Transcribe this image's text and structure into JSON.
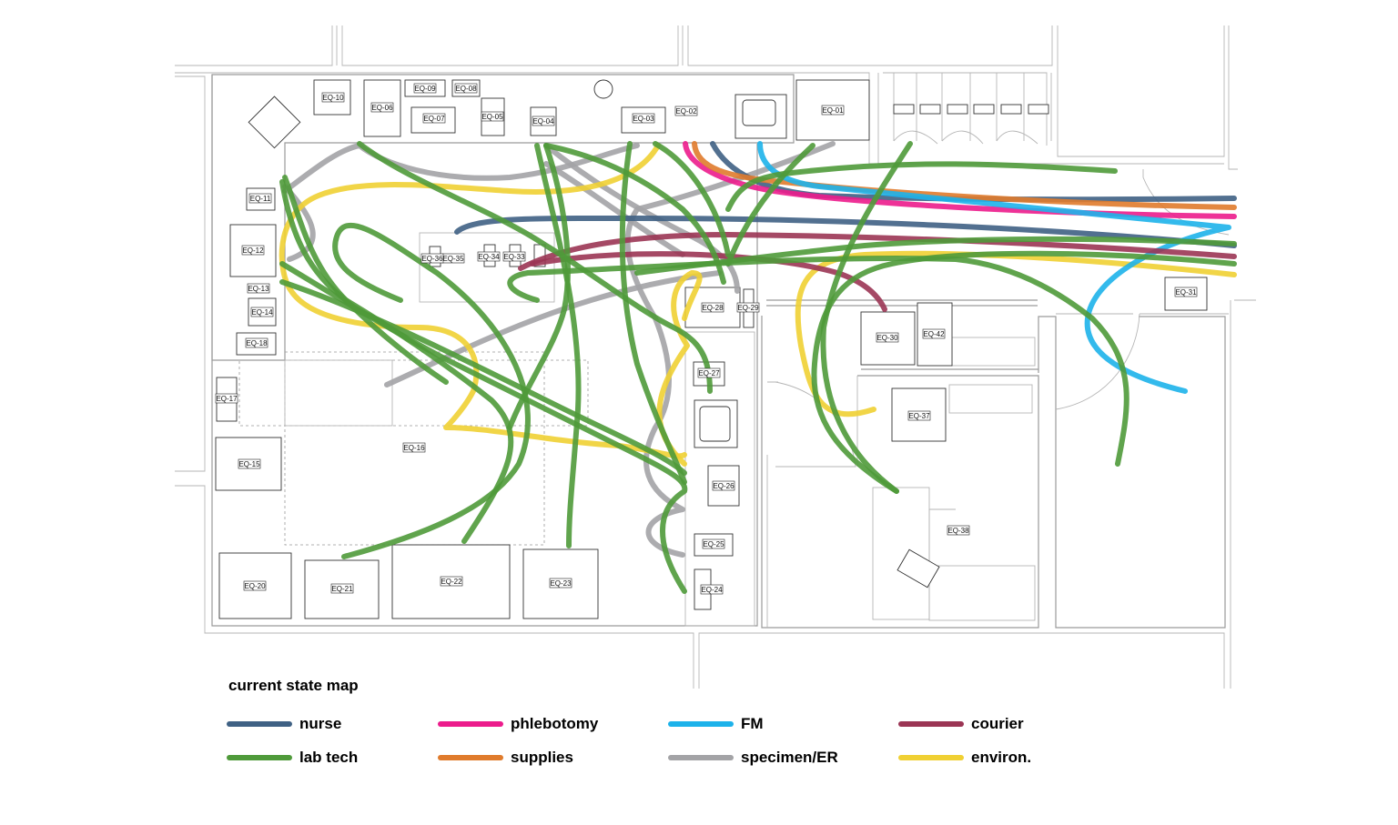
{
  "legend": {
    "title": "current state map",
    "items": [
      {
        "key": "nurse",
        "label": "nurse",
        "color": "#3f6184"
      },
      {
        "key": "phlebotomy",
        "label": "phlebotomy",
        "color": "#ec1c8c"
      },
      {
        "key": "fm",
        "label": "FM",
        "color": "#1db2ea"
      },
      {
        "key": "courier",
        "label": "courier",
        "color": "#9b3554"
      },
      {
        "key": "labtech",
        "label": "lab tech",
        "color": "#4f9a3a"
      },
      {
        "key": "supplies",
        "label": "supplies",
        "color": "#e07b2c"
      },
      {
        "key": "specimen",
        "label": "specimen/ER",
        "color": "#a3a3a6"
      },
      {
        "key": "environ",
        "label": "environ.",
        "color": "#f0d033"
      }
    ]
  },
  "equipment": [
    "EQ-01",
    "EQ-02",
    "EQ-03",
    "EQ-04",
    "EQ-05",
    "EQ-06",
    "EQ-07",
    "EQ-08",
    "EQ-09",
    "EQ-10",
    "EQ-11",
    "EQ-12",
    "EQ-13",
    "EQ-14",
    "EQ-15",
    "EQ-16",
    "EQ-17",
    "EQ-18",
    "EQ-20",
    "EQ-21",
    "EQ-22",
    "EQ-23",
    "EQ-24",
    "EQ-25",
    "EQ-26",
    "EQ-27",
    "EQ-28",
    "EQ-29",
    "EQ-30",
    "EQ-31",
    "EQ-33",
    "EQ-34",
    "EQ-35",
    "EQ-36",
    "EQ-37",
    "EQ-38",
    "EQ-42"
  ]
}
